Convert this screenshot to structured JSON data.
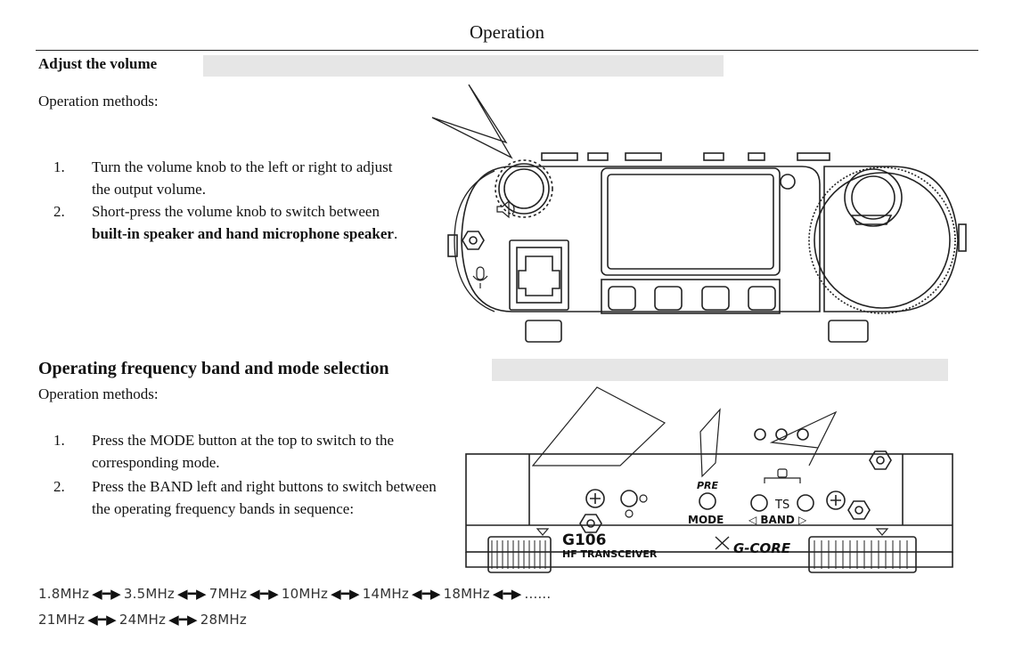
{
  "header": {
    "title": "Operation"
  },
  "section1": {
    "heading": "Adjust the volume",
    "methods_label": "Operation methods:",
    "steps": [
      {
        "num": "1.",
        "text": "Turn the volume knob to the left or right to adjust the output volume."
      },
      {
        "num": "2.",
        "text_before": "Short-press the volume knob to switch between ",
        "text_bold": "built-in speaker and hand microphone speaker",
        "text_after": "."
      }
    ]
  },
  "section2": {
    "heading": "Operating frequency band and mode selection",
    "methods_label": "Operation methods:",
    "steps": [
      {
        "num": "1.",
        "text": "Press the MODE button at the top to switch to the corresponding mode."
      },
      {
        "num": "2.",
        "text": "Press the BAND left and right buttons to switch between the operating frequency bands in sequence:"
      }
    ],
    "freq_line1": [
      "1.8MHz",
      "3.5MHz",
      "7MHz",
      "10MHz",
      "14MHz",
      "18MHz"
    ],
    "freq_line1_trailing": "......",
    "freq_line2": [
      "21MHz",
      "24MHz",
      "28MHz"
    ],
    "arrow_glyph": "◀━▶"
  },
  "device_labels": {
    "pre": "PRE",
    "mode": "MODE",
    "ts": "TS",
    "band": "◁ BAND ▷",
    "model": "G106",
    "subtitle": "HF TRANSCEIVER",
    "brand": "G-CORE"
  }
}
